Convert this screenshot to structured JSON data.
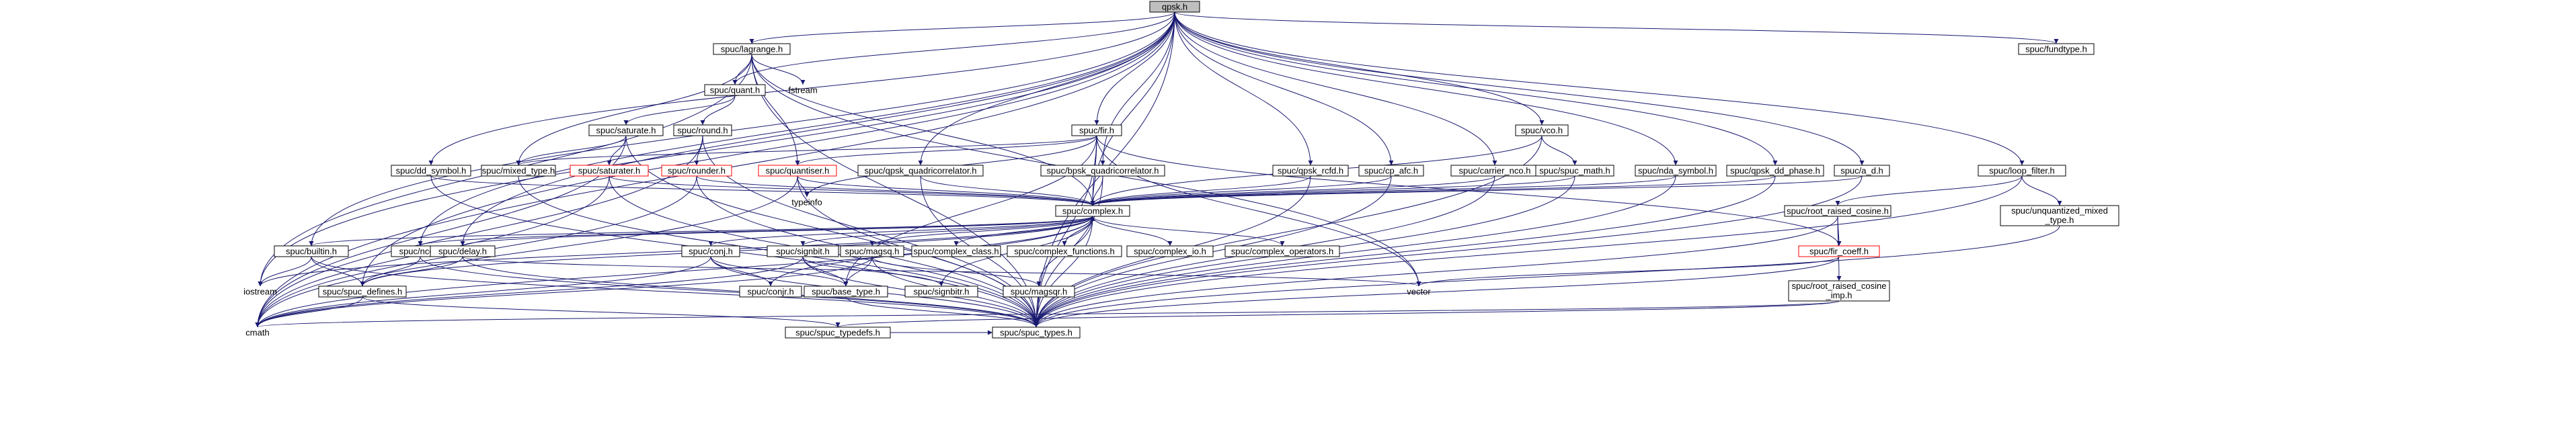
{
  "graph": {
    "nodes": [
      {
        "id": "qpsk",
        "label": "qpsk.h",
        "kind": "root"
      },
      {
        "id": "lagrange",
        "label": "spuc/lagrange.h"
      },
      {
        "id": "fundtype",
        "label": "spuc/fundtype.h"
      },
      {
        "id": "quant",
        "label": "spuc/quant.h"
      },
      {
        "id": "fstream",
        "label": "fstream",
        "kind": "plain"
      },
      {
        "id": "fir",
        "label": "spuc/fir.h"
      },
      {
        "id": "vco",
        "label": "spuc/vco.h"
      },
      {
        "id": "saturate",
        "label": "spuc/saturate.h"
      },
      {
        "id": "round",
        "label": "spuc/round.h"
      },
      {
        "id": "dd_symbol",
        "label": "spuc/dd_symbol.h"
      },
      {
        "id": "mixed_type",
        "label": "spuc/mixed_type.h"
      },
      {
        "id": "saturater",
        "label": "spuc/saturater.h",
        "kind": "broken"
      },
      {
        "id": "rounder",
        "label": "spuc/rounder.h",
        "kind": "broken"
      },
      {
        "id": "quantiser",
        "label": "spuc/quantiser.h",
        "kind": "broken"
      },
      {
        "id": "qpsk_qc",
        "label": "spuc/qpsk_quadricorrelator.h"
      },
      {
        "id": "bpsk_qc",
        "label": "spuc/bpsk_quadricorrelator.h"
      },
      {
        "id": "qpsk_rcfd",
        "label": "spuc/qpsk_rcfd.h"
      },
      {
        "id": "cp_afc",
        "label": "spuc/cp_afc.h"
      },
      {
        "id": "carrier_nco",
        "label": "spuc/carrier_nco.h"
      },
      {
        "id": "math",
        "label": "spuc/spuc_math.h"
      },
      {
        "id": "nda_symbol",
        "label": "spuc/nda_symbol.h"
      },
      {
        "id": "dd_phase",
        "label": "spuc/qpsk_dd_phase.h"
      },
      {
        "id": "a_d",
        "label": "spuc/a_d.h"
      },
      {
        "id": "loop_filter",
        "label": "spuc/loop_filter.h"
      },
      {
        "id": "typeinfo",
        "label": "typeinfo",
        "kind": "plain"
      },
      {
        "id": "complex",
        "label": "spuc/complex.h"
      },
      {
        "id": "rrc",
        "label": "spuc/root_raised_cosine.h"
      },
      {
        "id": "unq_mixed",
        "label": "spuc/unquantized_mixed",
        "label2": "_type.h"
      },
      {
        "id": "builtin",
        "label": "spuc/builtin.h"
      },
      {
        "id": "nco",
        "label": "spuc/nco.h"
      },
      {
        "id": "delay",
        "label": "spuc/delay.h"
      },
      {
        "id": "conj",
        "label": "spuc/conj.h"
      },
      {
        "id": "signbit",
        "label": "spuc/signbit.h"
      },
      {
        "id": "magsq",
        "label": "spuc/magsq.h"
      },
      {
        "id": "cx_class",
        "label": "spuc/complex_class.h"
      },
      {
        "id": "cx_func",
        "label": "spuc/complex_functions.h"
      },
      {
        "id": "cx_io",
        "label": "spuc/complex_io.h"
      },
      {
        "id": "cx_ops",
        "label": "spuc/complex_operators.h"
      },
      {
        "id": "fir_coeff",
        "label": "spuc/fir_coeff.h",
        "kind": "broken"
      },
      {
        "id": "iostream",
        "label": "iostream",
        "kind": "plain"
      },
      {
        "id": "defines",
        "label": "spuc/spuc_defines.h"
      },
      {
        "id": "vector",
        "label": "vector",
        "kind": "plain"
      },
      {
        "id": "conjr",
        "label": "spuc/conjr.h"
      },
      {
        "id": "base_type",
        "label": "spuc/base_type.h"
      },
      {
        "id": "signbitr",
        "label": "spuc/signbitr.h"
      },
      {
        "id": "magsqr",
        "label": "spuc/magsqr.h"
      },
      {
        "id": "rrc_imp",
        "label": "spuc/root_raised_cosine",
        "label2": "_imp.h"
      },
      {
        "id": "cmath",
        "label": "cmath",
        "kind": "plain"
      },
      {
        "id": "typedefs",
        "label": "spuc/spuc_typedefs.h"
      },
      {
        "id": "types",
        "label": "spuc/spuc_types.h"
      }
    ],
    "edges": [
      [
        "qpsk",
        "lagrange"
      ],
      [
        "qpsk",
        "fundtype"
      ],
      [
        "qpsk",
        "quant"
      ],
      [
        "qpsk",
        "fir"
      ],
      [
        "qpsk",
        "vco"
      ],
      [
        "qpsk",
        "dd_symbol"
      ],
      [
        "qpsk",
        "qpsk_qc"
      ],
      [
        "qpsk",
        "bpsk_qc"
      ],
      [
        "qpsk",
        "qpsk_rcfd"
      ],
      [
        "qpsk",
        "cp_afc"
      ],
      [
        "qpsk",
        "carrier_nco"
      ],
      [
        "qpsk",
        "nda_symbol"
      ],
      [
        "qpsk",
        "dd_phase"
      ],
      [
        "qpsk",
        "a_d"
      ],
      [
        "qpsk",
        "loop_filter"
      ],
      [
        "qpsk",
        "complex"
      ],
      [
        "qpsk",
        "builtin"
      ],
      [
        "qpsk",
        "nco"
      ],
      [
        "qpsk",
        "delay"
      ],
      [
        "qpsk",
        "defines"
      ],
      [
        "qpsk",
        "iostream"
      ],
      [
        "qpsk",
        "cmath"
      ],
      [
        "qpsk",
        "types"
      ],
      [
        "lagrange",
        "quant"
      ],
      [
        "lagrange",
        "fstream"
      ],
      [
        "lagrange",
        "quantiser"
      ],
      [
        "lagrange",
        "mixed_type"
      ],
      [
        "lagrange",
        "complex"
      ],
      [
        "lagrange",
        "iostream"
      ],
      [
        "lagrange",
        "vector"
      ],
      [
        "lagrange",
        "types"
      ],
      [
        "quant",
        "saturate"
      ],
      [
        "quant",
        "round"
      ],
      [
        "saturate",
        "mixed_type"
      ],
      [
        "saturate",
        "saturater"
      ],
      [
        "saturate",
        "types"
      ],
      [
        "saturate",
        "cmath"
      ],
      [
        "round",
        "rounder"
      ],
      [
        "round",
        "types"
      ],
      [
        "round",
        "cmath"
      ],
      [
        "saturater",
        "complex"
      ],
      [
        "saturater",
        "types"
      ],
      [
        "saturater",
        "cmath"
      ],
      [
        "rounder",
        "complex"
      ],
      [
        "rounder",
        "types"
      ],
      [
        "rounder",
        "cmath"
      ],
      [
        "quantiser",
        "typeinfo"
      ],
      [
        "quantiser",
        "complex"
      ],
      [
        "quantiser",
        "types"
      ],
      [
        "quantiser",
        "cmath"
      ],
      [
        "dd_symbol",
        "complex"
      ],
      [
        "dd_symbol",
        "types"
      ],
      [
        "mixed_type",
        "types"
      ],
      [
        "fir",
        "quantiser"
      ],
      [
        "fir",
        "mixed_type"
      ],
      [
        "fir",
        "typeinfo"
      ],
      [
        "fir",
        "complex"
      ],
      [
        "fir",
        "vector"
      ],
      [
        "fir",
        "fir_coeff"
      ],
      [
        "fir",
        "base_type"
      ],
      [
        "fir",
        "types"
      ],
      [
        "vco",
        "complex"
      ],
      [
        "vco",
        "math"
      ],
      [
        "vco",
        "types"
      ],
      [
        "math",
        "complex"
      ],
      [
        "math",
        "types"
      ],
      [
        "qpsk_qc",
        "complex"
      ],
      [
        "qpsk_qc",
        "types"
      ],
      [
        "bpsk_qc",
        "complex"
      ],
      [
        "bpsk_qc",
        "types"
      ],
      [
        "qpsk_rcfd",
        "complex"
      ],
      [
        "qpsk_rcfd",
        "types"
      ],
      [
        "cp_afc",
        "complex"
      ],
      [
        "cp_afc",
        "types"
      ],
      [
        "carrier_nco",
        "complex"
      ],
      [
        "carrier_nco",
        "types"
      ],
      [
        "nda_symbol",
        "complex"
      ],
      [
        "nda_symbol",
        "types"
      ],
      [
        "dd_phase",
        "complex"
      ],
      [
        "dd_phase",
        "types"
      ],
      [
        "a_d",
        "complex"
      ],
      [
        "a_d",
        "types"
      ],
      [
        "loop_filter",
        "unq_mixed"
      ],
      [
        "loop_filter",
        "types"
      ],
      [
        "loop_filter",
        "rrc"
      ],
      [
        "unq_mixed",
        "types"
      ],
      [
        "rrc",
        "fir_coeff"
      ],
      [
        "rrc",
        "rrc_imp"
      ],
      [
        "rrc",
        "types"
      ],
      [
        "fir_coeff",
        "vector"
      ],
      [
        "fir_coeff",
        "types"
      ],
      [
        "rrc_imp",
        "cmath"
      ],
      [
        "rrc_imp",
        "typedefs"
      ],
      [
        "complex",
        "builtin"
      ],
      [
        "complex",
        "nco"
      ],
      [
        "complex",
        "delay"
      ],
      [
        "complex",
        "defines"
      ],
      [
        "complex",
        "conj"
      ],
      [
        "complex",
        "signbit"
      ],
      [
        "complex",
        "magsq"
      ],
      [
        "complex",
        "cx_class"
      ],
      [
        "complex",
        "cx_func"
      ],
      [
        "complex",
        "cx_io"
      ],
      [
        "complex",
        "cx_ops"
      ],
      [
        "complex",
        "cmath"
      ],
      [
        "complex",
        "iostream"
      ],
      [
        "complex",
        "types"
      ],
      [
        "builtin",
        "iostream"
      ],
      [
        "builtin",
        "defines"
      ],
      [
        "builtin",
        "types"
      ],
      [
        "nco",
        "defines"
      ],
      [
        "nco",
        "types"
      ],
      [
        "delay",
        "defines"
      ],
      [
        "delay",
        "vector"
      ],
      [
        "delay",
        "types"
      ],
      [
        "defines",
        "cmath"
      ],
      [
        "defines",
        "typedefs"
      ],
      [
        "conj",
        "conjr"
      ],
      [
        "conj",
        "base_type"
      ],
      [
        "conj",
        "types"
      ],
      [
        "conj",
        "cmath"
      ],
      [
        "conjr",
        "complex"
      ],
      [
        "signbit",
        "base_type"
      ],
      [
        "signbit",
        "signbitr"
      ],
      [
        "signbit",
        "types"
      ],
      [
        "signbit",
        "cmath"
      ],
      [
        "signbitr",
        "complex"
      ],
      [
        "magsq",
        "base_type"
      ],
      [
        "magsq",
        "magsqr"
      ],
      [
        "magsq",
        "types"
      ],
      [
        "magsq",
        "cmath"
      ],
      [
        "magsqr",
        "complex"
      ],
      [
        "magsqr",
        "types"
      ],
      [
        "base_type",
        "types"
      ],
      [
        "typedefs",
        "types"
      ]
    ]
  }
}
